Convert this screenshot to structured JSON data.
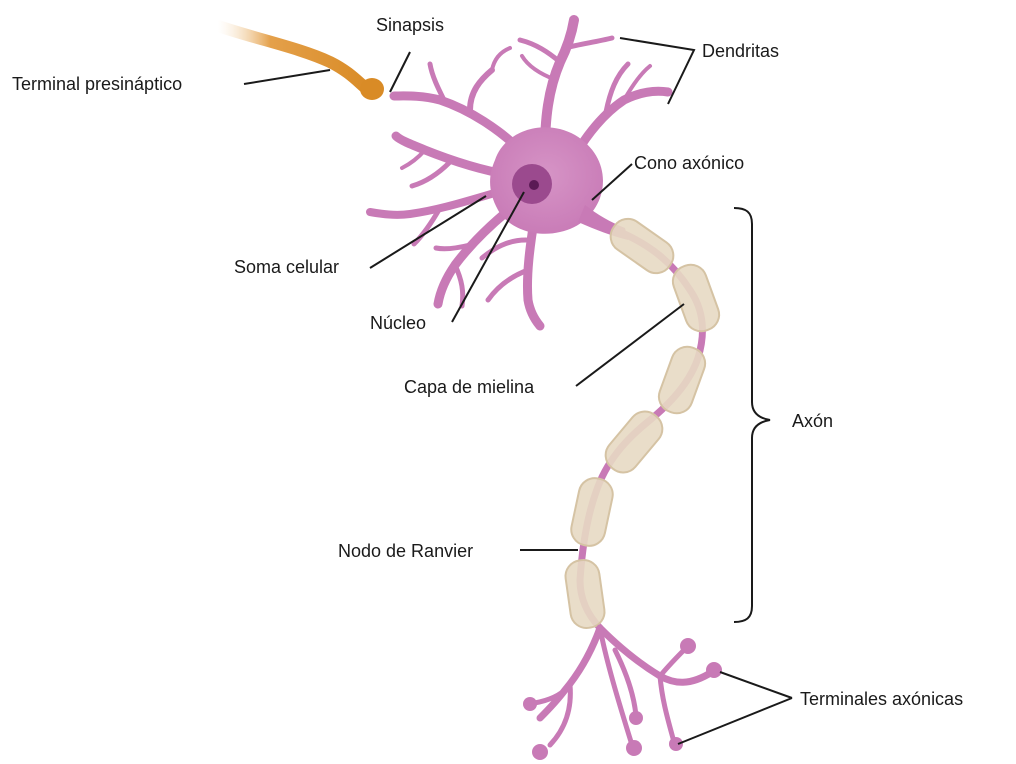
{
  "labels": {
    "sinapsis": "Sinapsis",
    "dendritas": "Dendritas",
    "terminal_presinaptico": "Terminal presináptico",
    "cono_axonico": "Cono axónico",
    "soma_celular": "Soma celular",
    "nucleo": "Núcleo",
    "capa_mielina": "Capa de mielina",
    "axon": "Axón",
    "nodo_ranvier": "Nodo de Ranvier",
    "terminales_axonicas": "Terminales axónicas"
  },
  "colors": {
    "neuron": "#c87ab6",
    "neuron_dark": "#a45c96",
    "nucleus": "#9b4a8e",
    "nucleolus": "#5b1a55",
    "myelin": "#e7d9c3",
    "myelin_edge": "#d5c3a4",
    "presynaptic": "#d98b26",
    "line": "#1a1a1a"
  }
}
